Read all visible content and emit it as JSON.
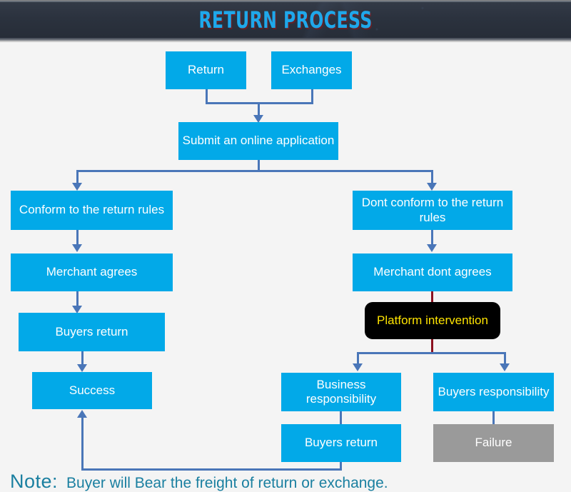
{
  "header": {
    "title": "RETURN PROCESS",
    "background_color": "#2b323e",
    "title_color": "#1fa8ea"
  },
  "colors": {
    "page_background": "#f4f4f4",
    "node_blue": "#02a9e8",
    "node_gray": "#9a9a9a",
    "node_black": "#000000",
    "node_black_text": "#ffe400",
    "connector": "#4a76b8",
    "connector_red": "#8c1220",
    "note_text": "#1a7fa0"
  },
  "flow": {
    "nodes": [
      {
        "id": "return",
        "label": "Return",
        "style": "blue"
      },
      {
        "id": "exchanges",
        "label": "Exchanges",
        "style": "blue"
      },
      {
        "id": "submit-application",
        "label": "Submit an online application",
        "style": "blue"
      },
      {
        "id": "conform-rules",
        "label": "Conform to the return rules",
        "style": "blue"
      },
      {
        "id": "merchant-agrees",
        "label": "Merchant agrees",
        "style": "blue"
      },
      {
        "id": "buyers-return-left",
        "label": "Buyers return",
        "style": "blue"
      },
      {
        "id": "success",
        "label": "Success",
        "style": "blue"
      },
      {
        "id": "dont-conform-rules",
        "label": "Dont conform to the return rules",
        "style": "blue"
      },
      {
        "id": "merchant-dont-agrees",
        "label": "Merchant dont agrees",
        "style": "blue"
      },
      {
        "id": "platform-intervention",
        "label": "Platform intervention",
        "style": "black"
      },
      {
        "id": "business-responsibility",
        "label": "Business responsibility",
        "style": "blue"
      },
      {
        "id": "buyers-responsibility",
        "label": "Buyers responsibility",
        "style": "blue"
      },
      {
        "id": "buyers-return-right",
        "label": "Buyers return",
        "style": "blue"
      },
      {
        "id": "failure",
        "label": "Failure",
        "style": "gray"
      }
    ]
  },
  "note": {
    "label": "Note:",
    "text": "Buyer will Bear the freight of return or exchange."
  }
}
